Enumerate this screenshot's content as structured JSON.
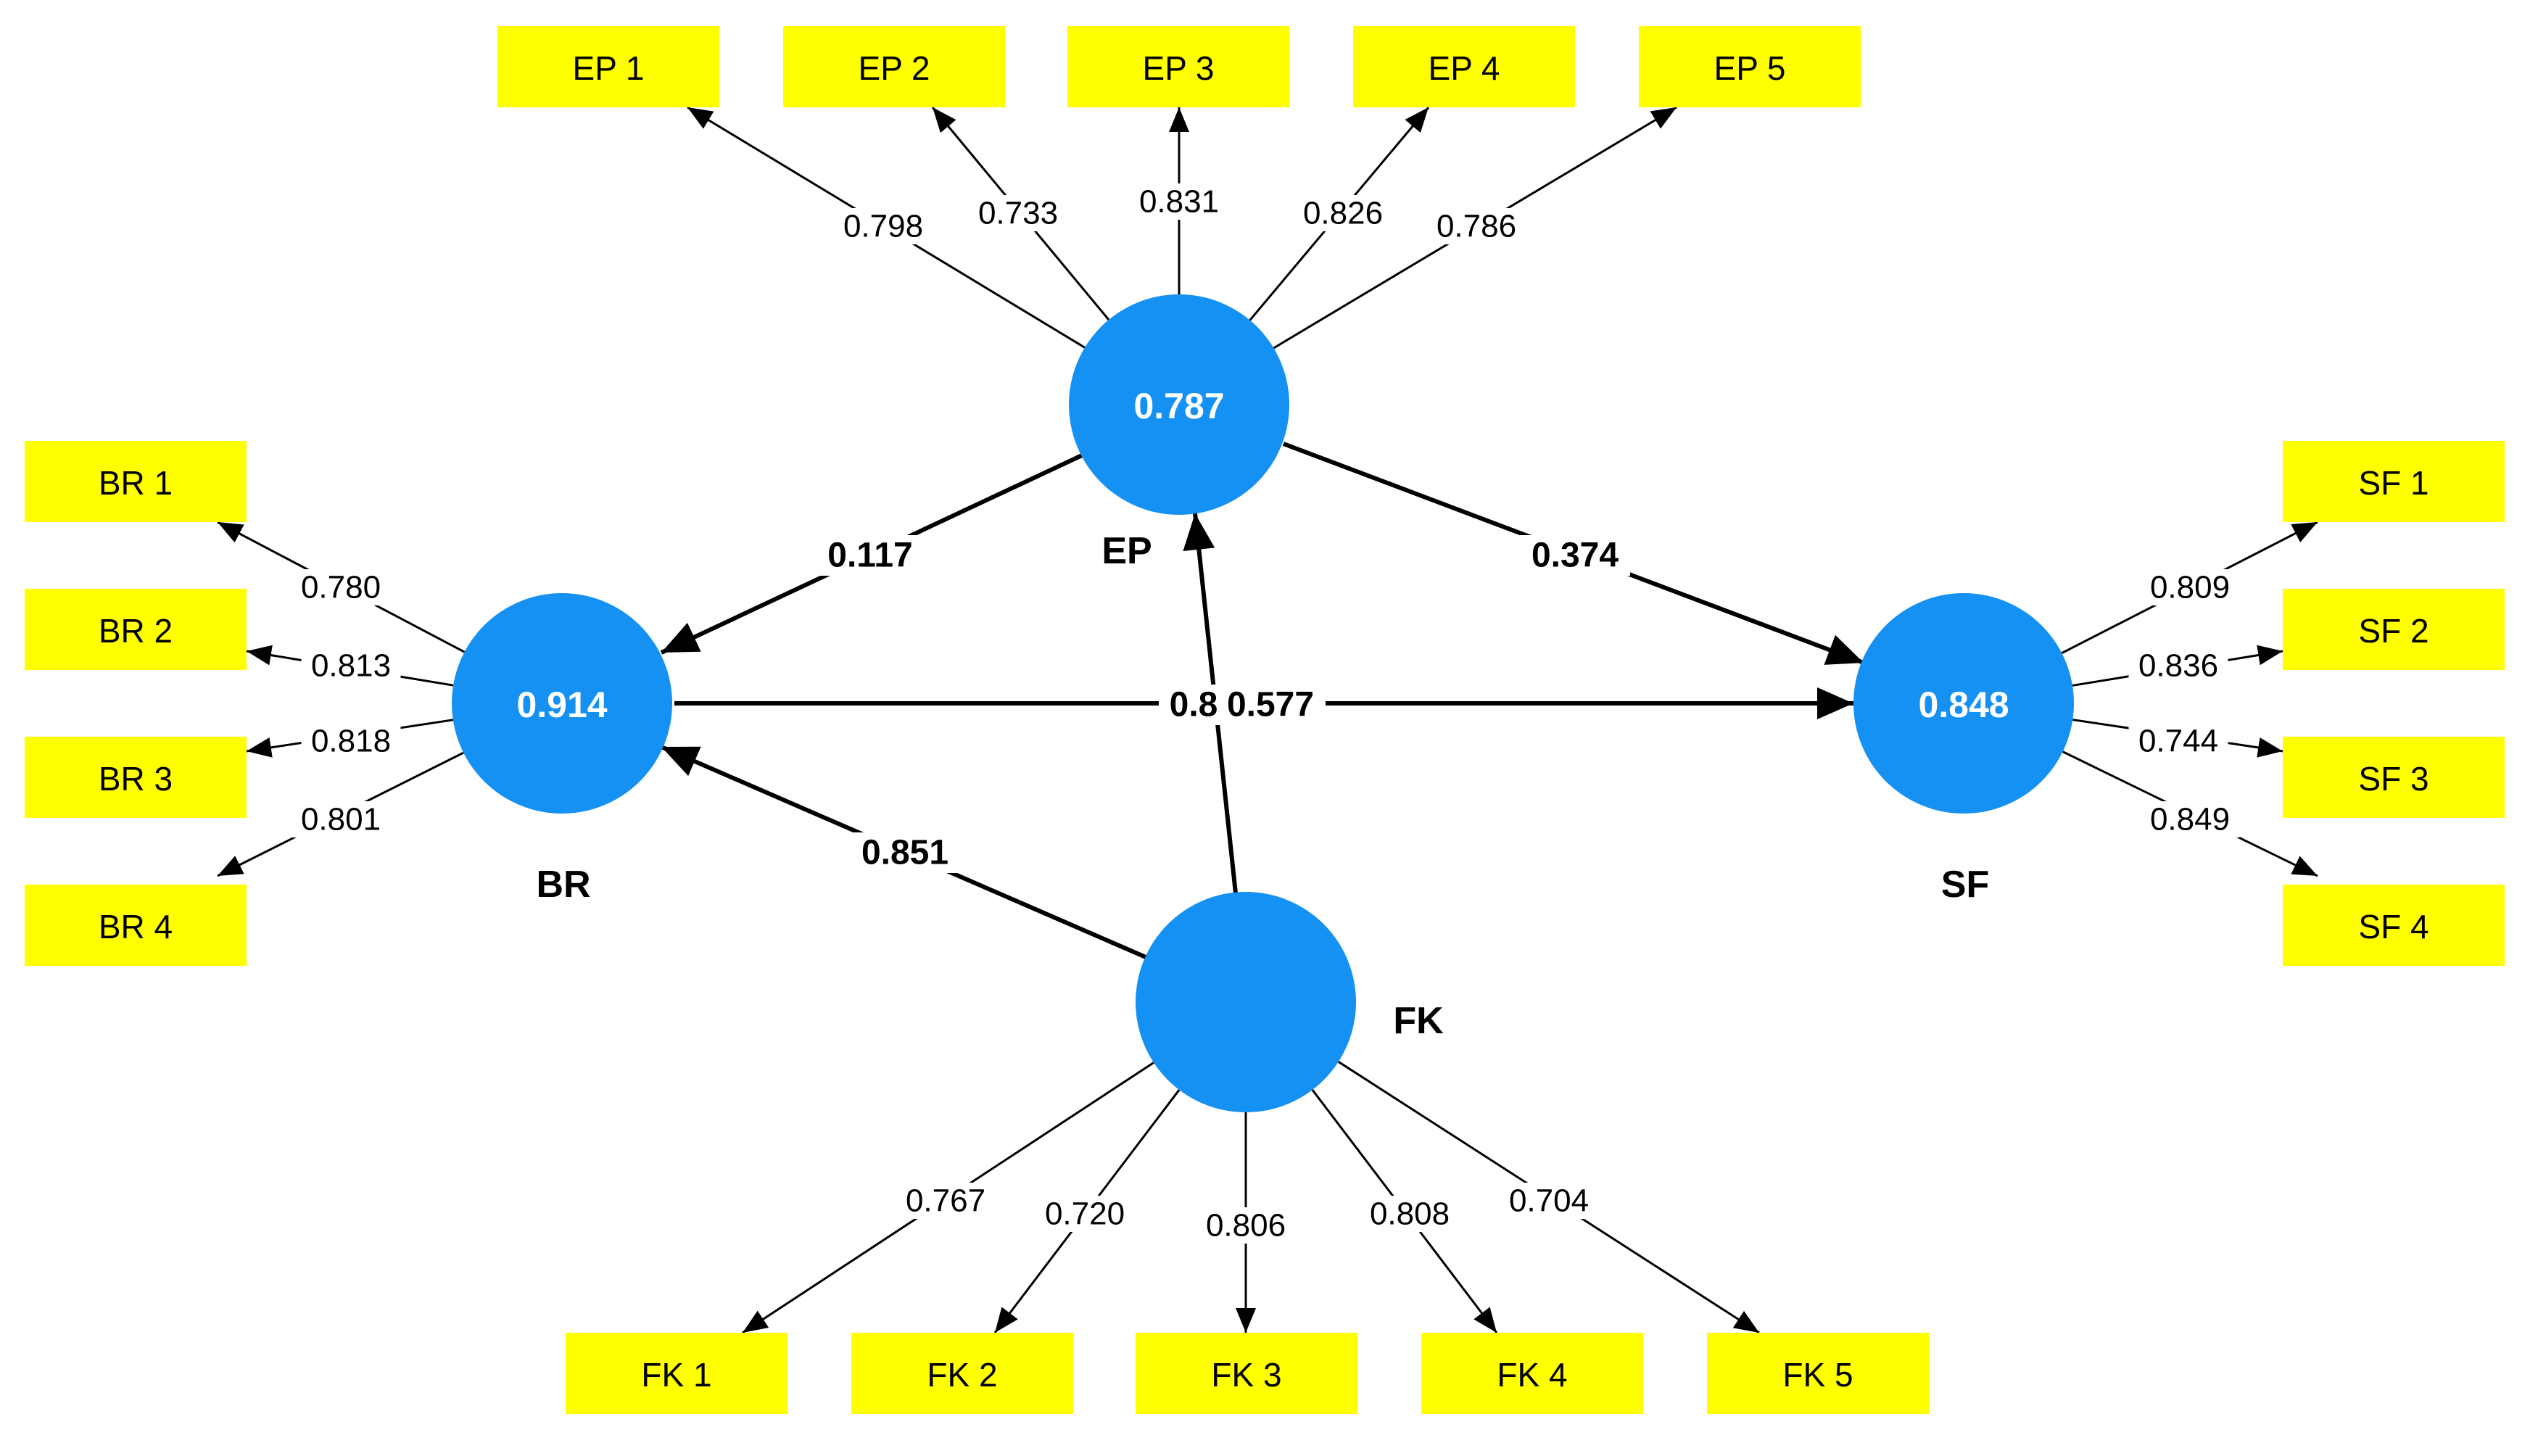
{
  "colors": {
    "construct_fill": "#1591f3",
    "indicator_fill": "#ffff00",
    "line": "#000000",
    "label_bg": "#ffffff",
    "value_text": "#ffffff"
  },
  "constructs": [
    {
      "id": "EP",
      "name": "EP",
      "value": "0.787"
    },
    {
      "id": "BR",
      "name": "BR",
      "value": "0.914"
    },
    {
      "id": "SF",
      "name": "SF",
      "value": "0.848"
    },
    {
      "id": "FK",
      "name": "FK",
      "value": ""
    }
  ],
  "indicators": [
    {
      "id": "EP1",
      "label": "EP 1",
      "construct": "EP",
      "loading": "0.798"
    },
    {
      "id": "EP2",
      "label": "EP 2",
      "construct": "EP",
      "loading": "0.733"
    },
    {
      "id": "EP3",
      "label": "EP 3",
      "construct": "EP",
      "loading": "0.831"
    },
    {
      "id": "EP4",
      "label": "EP 4",
      "construct": "EP",
      "loading": "0.826"
    },
    {
      "id": "EP5",
      "label": "EP 5",
      "construct": "EP",
      "loading": "0.786"
    },
    {
      "id": "BR1",
      "label": "BR 1",
      "construct": "BR",
      "loading": "0.780"
    },
    {
      "id": "BR2",
      "label": "BR 2",
      "construct": "BR",
      "loading": "0.813"
    },
    {
      "id": "BR3",
      "label": "BR 3",
      "construct": "BR",
      "loading": "0.818"
    },
    {
      "id": "BR4",
      "label": "BR 4",
      "construct": "BR",
      "loading": "0.801"
    },
    {
      "id": "SF1",
      "label": "SF 1",
      "construct": "SF",
      "loading": "0.809"
    },
    {
      "id": "SF2",
      "label": "SF 2",
      "construct": "SF",
      "loading": "0.836"
    },
    {
      "id": "SF3",
      "label": "SF 3",
      "construct": "SF",
      "loading": "0.744"
    },
    {
      "id": "SF4",
      "label": "SF 4",
      "construct": "SF",
      "loading": "0.849"
    },
    {
      "id": "FK1",
      "label": "FK 1",
      "construct": "FK",
      "loading": "0.767"
    },
    {
      "id": "FK2",
      "label": "FK 2",
      "construct": "FK",
      "loading": "0.720"
    },
    {
      "id": "FK3",
      "label": "FK 3",
      "construct": "FK",
      "loading": "0.806"
    },
    {
      "id": "FK4",
      "label": "FK 4",
      "construct": "FK",
      "loading": "0.808"
    },
    {
      "id": "FK5",
      "label": "FK 5",
      "construct": "FK",
      "loading": "0.704"
    }
  ],
  "paths": [
    {
      "id": "EP-BR",
      "from": "EP",
      "to": "BR",
      "coefficient": "0.117"
    },
    {
      "id": "EP-SF",
      "from": "EP",
      "to": "SF",
      "coefficient": "0.374"
    },
    {
      "id": "BR-SF",
      "from": "BR",
      "to": "SF",
      "coefficient": "0.577"
    },
    {
      "id": "FK-BR",
      "from": "FK",
      "to": "BR",
      "coefficient": "0.851"
    },
    {
      "id": "FK-EP",
      "from": "FK",
      "to": "EP",
      "coefficient": "0.8"
    }
  ]
}
